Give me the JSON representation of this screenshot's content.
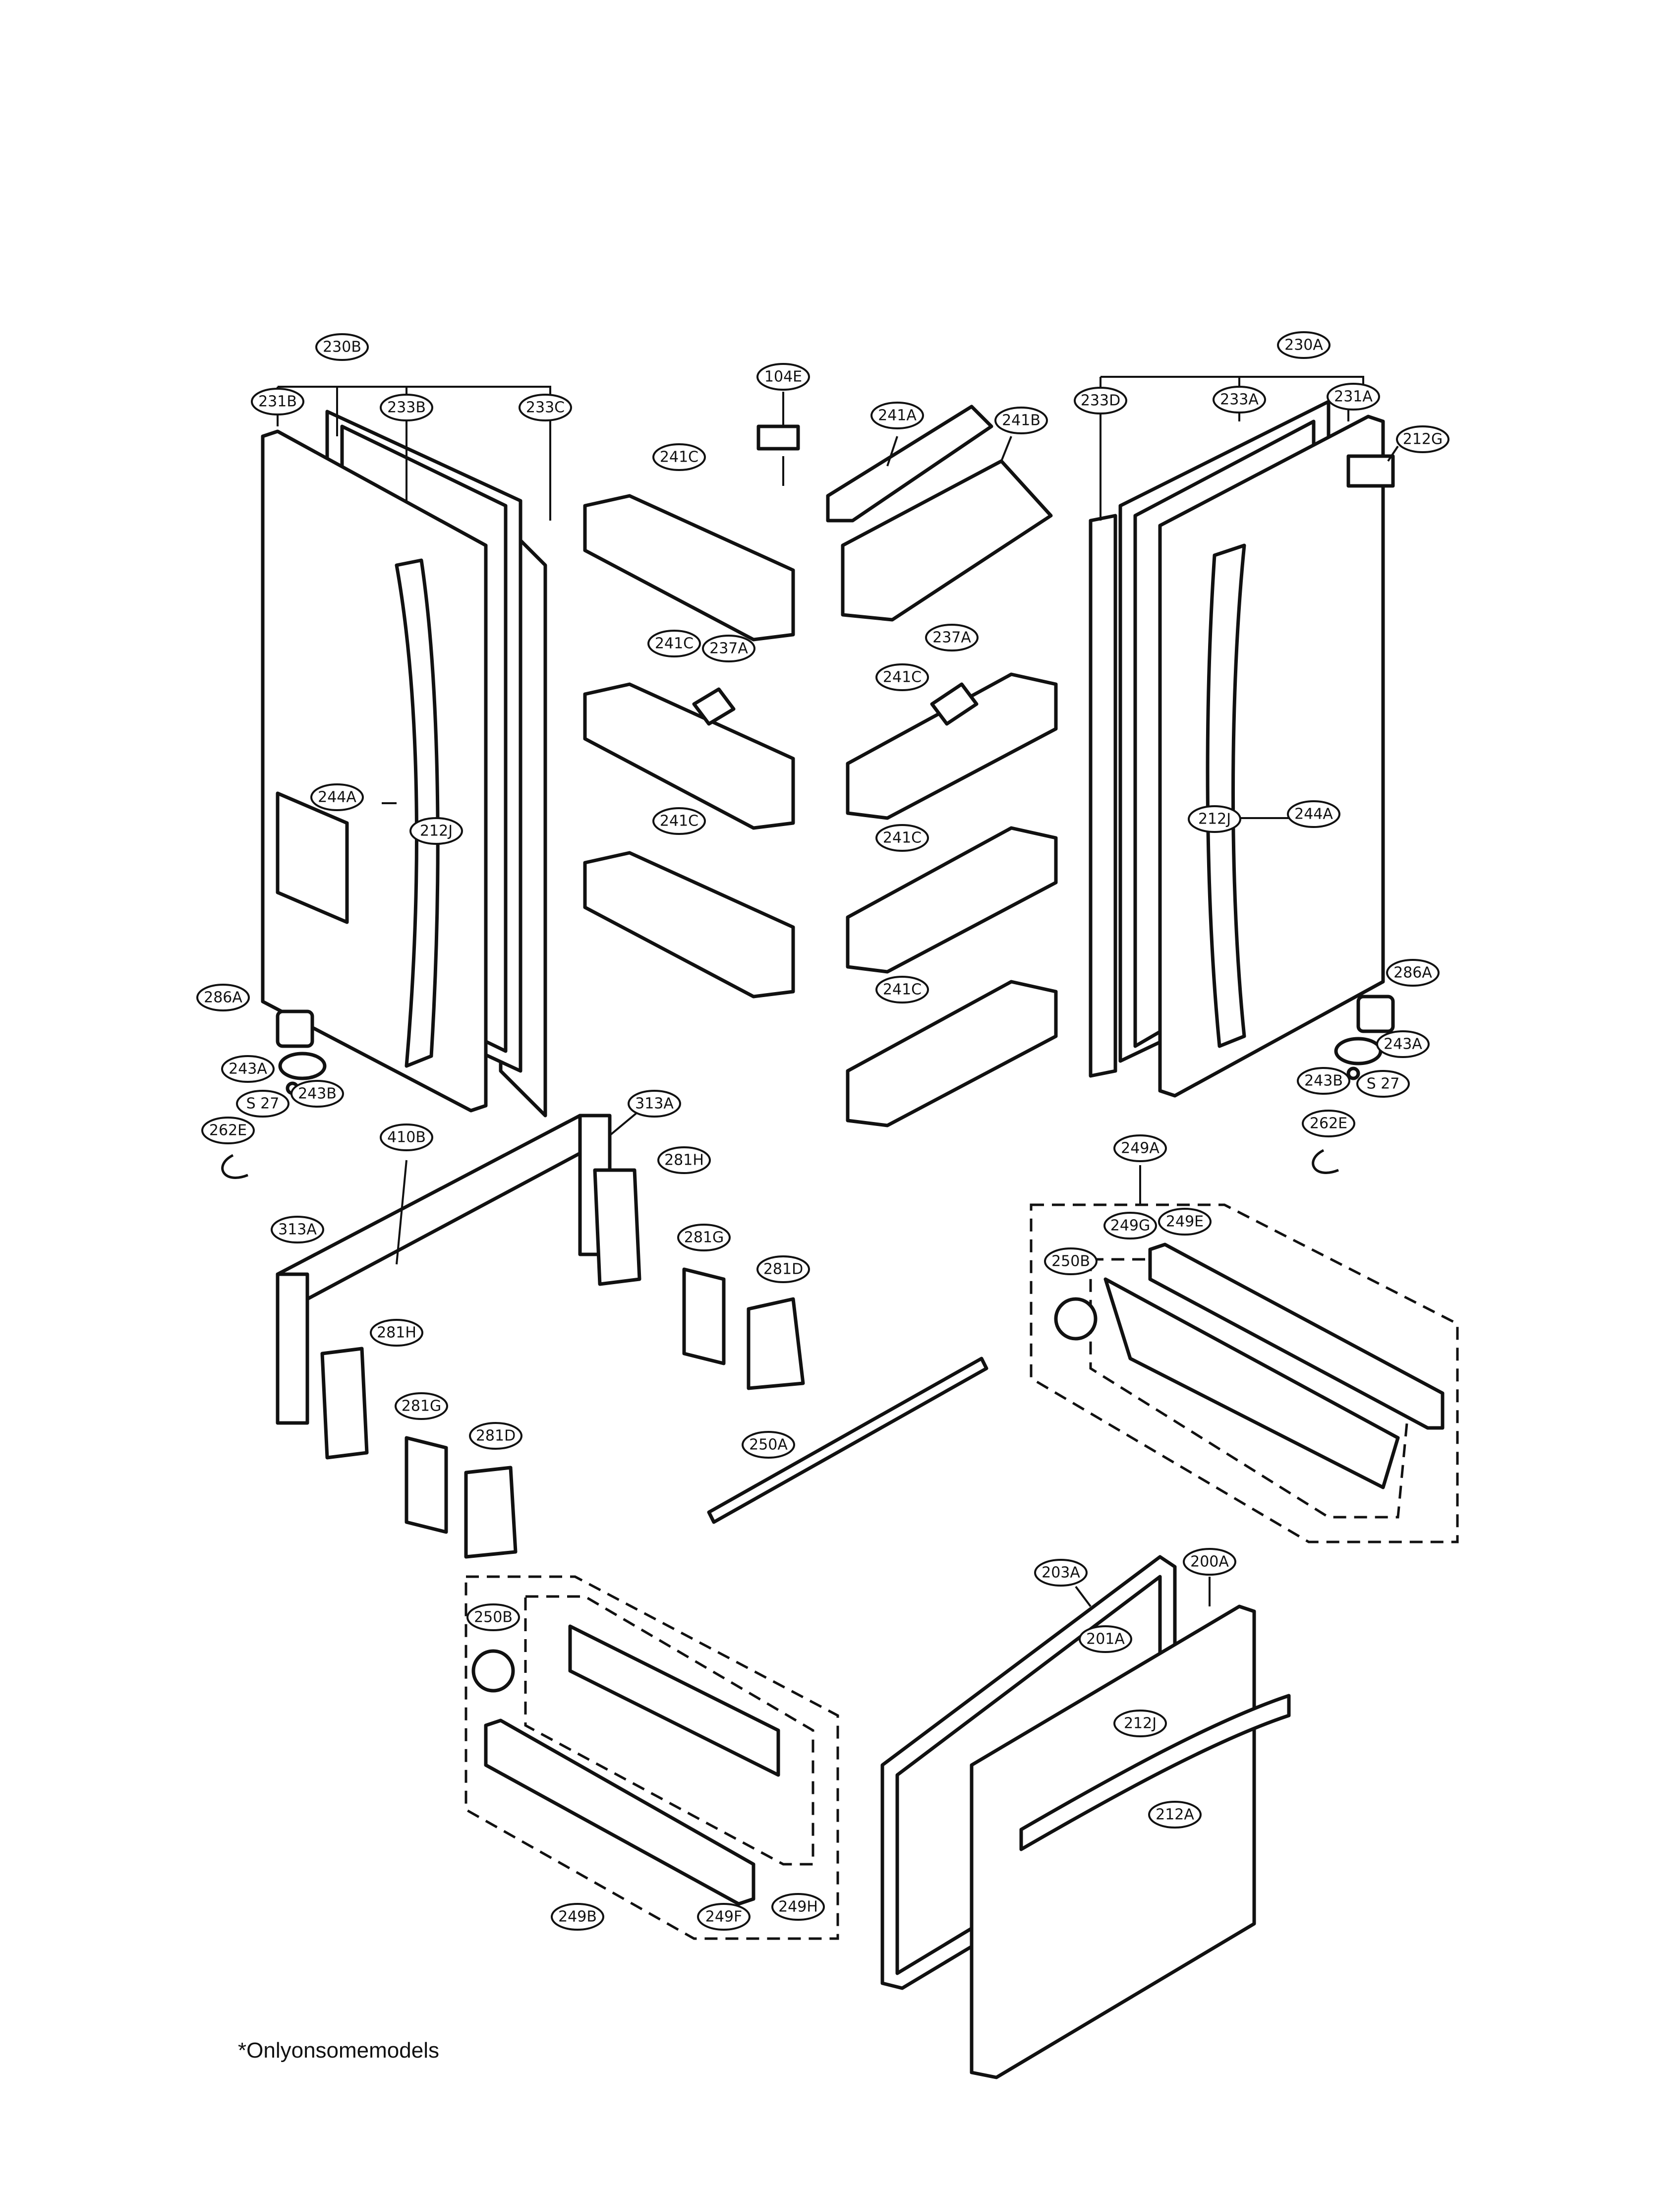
{
  "diagram": {
    "callouts": [
      {
        "id": "c-230B",
        "label": "230B"
      },
      {
        "id": "c-231B",
        "label": "231B"
      },
      {
        "id": "c-233B",
        "label": "233B"
      },
      {
        "id": "c-233C",
        "label": "233C"
      },
      {
        "id": "c-104E",
        "label": "104E"
      },
      {
        "id": "c-241A",
        "label": "241A"
      },
      {
        "id": "c-241B",
        "label": "241B"
      },
      {
        "id": "c-241C-1",
        "label": "241C"
      },
      {
        "id": "c-241C-2",
        "label": "241C"
      },
      {
        "id": "c-237A-1",
        "label": "237A"
      },
      {
        "id": "c-237A-2",
        "label": "237A"
      },
      {
        "id": "c-241C-3",
        "label": "241C"
      },
      {
        "id": "c-241C-4",
        "label": "241C"
      },
      {
        "id": "c-241C-5",
        "label": "241C"
      },
      {
        "id": "c-241C-6",
        "label": "241C"
      },
      {
        "id": "c-230A",
        "label": "230A"
      },
      {
        "id": "c-233D",
        "label": "233D"
      },
      {
        "id": "c-233A",
        "label": "233A"
      },
      {
        "id": "c-231A",
        "label": "231A"
      },
      {
        "id": "c-212G",
        "label": "212G"
      },
      {
        "id": "c-244A-1",
        "label": "244A"
      },
      {
        "id": "c-212J-1",
        "label": "212J"
      },
      {
        "id": "c-212J-2",
        "label": "212J"
      },
      {
        "id": "c-244A-2",
        "label": "244A"
      },
      {
        "id": "c-286A-1",
        "label": "286A"
      },
      {
        "id": "c-243A-1",
        "label": "243A"
      },
      {
        "id": "c-243B-1",
        "label": "243B"
      },
      {
        "id": "c-S27-1",
        "label": "S 27"
      },
      {
        "id": "c-262E-1",
        "label": "262E"
      },
      {
        "id": "c-286A-2",
        "label": "286A"
      },
      {
        "id": "c-243A-2",
        "label": "243A"
      },
      {
        "id": "c-243B-2",
        "label": "243B"
      },
      {
        "id": "c-S27-2",
        "label": "S 27"
      },
      {
        "id": "c-262E-2",
        "label": "262E"
      },
      {
        "id": "c-410B",
        "label": "410B"
      },
      {
        "id": "c-313A-1",
        "label": "313A"
      },
      {
        "id": "c-313A-2",
        "label": "313A"
      },
      {
        "id": "c-281H-1",
        "label": "281H"
      },
      {
        "id": "c-281H-2",
        "label": "281H"
      },
      {
        "id": "c-281G-1",
        "label": "281G"
      },
      {
        "id": "c-281D-1",
        "label": "281D"
      },
      {
        "id": "c-281G-2",
        "label": "281G"
      },
      {
        "id": "c-281D-2",
        "label": "281D"
      },
      {
        "id": "c-250A",
        "label": "250A"
      },
      {
        "id": "c-249A",
        "label": "249A"
      },
      {
        "id": "c-249G",
        "label": "249G"
      },
      {
        "id": "c-249E",
        "label": "249E"
      },
      {
        "id": "c-250B-1",
        "label": "250B"
      },
      {
        "id": "c-250B-2",
        "label": "250B"
      },
      {
        "id": "c-249B",
        "label": "249B"
      },
      {
        "id": "c-249F",
        "label": "249F"
      },
      {
        "id": "c-249H",
        "label": "249H"
      },
      {
        "id": "c-200A",
        "label": "200A"
      },
      {
        "id": "c-203A",
        "label": "203A"
      },
      {
        "id": "c-201A",
        "label": "201A"
      },
      {
        "id": "c-212J-3",
        "label": "212J"
      },
      {
        "id": "c-212A",
        "label": "212A"
      }
    ],
    "footnote": "*Onlyonsomemodels"
  }
}
